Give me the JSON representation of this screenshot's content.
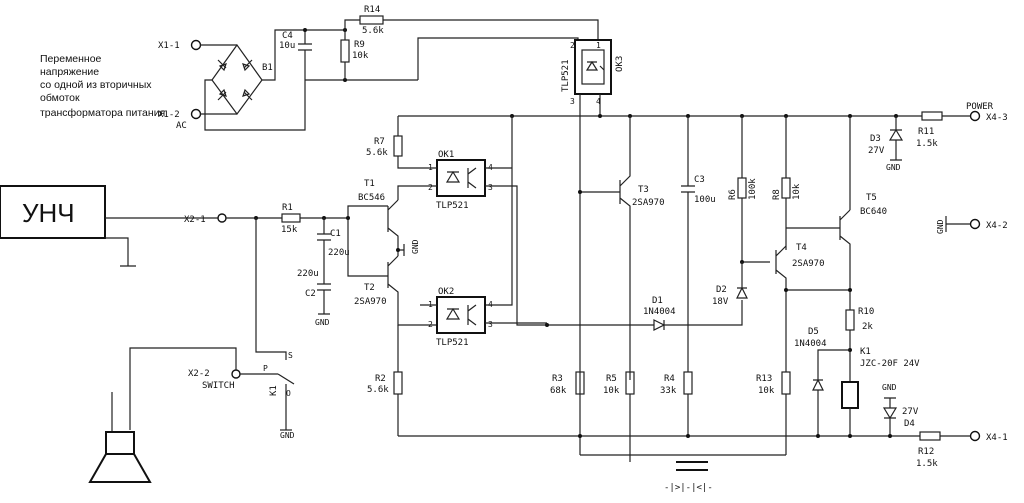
{
  "labels": {
    "x11": "X1-1",
    "x12": "X1-2",
    "ac": "AC",
    "b1": "B1",
    "c4": "C4",
    "c4v": "10u",
    "r14": "R14",
    "r14v": "5.6k",
    "r9": "R9",
    "r9v": "10k",
    "ok3": "OK3",
    "ok3p": "TLP521",
    "r7": "R7",
    "r7v": "5.6k",
    "ok1": "OK1",
    "ok1p": "TLP521",
    "t1": "T1",
    "t1p": "BC546",
    "r1": "R1",
    "r1v": "15k",
    "c1": "C1",
    "c1v": "220u",
    "c2v": "220u",
    "c2": "C2",
    "t2": "T2",
    "t2p": "2SA970",
    "ok2": "OK2",
    "ok2p": "TLP521",
    "r2": "R2",
    "r2v": "5.6k",
    "gnd": "GND",
    "t3": "T3",
    "t3p": "2SA970",
    "c3": "C3",
    "c3v": "100u",
    "r6": "R6",
    "r6v": "100k",
    "r8": "R8",
    "r8v": "10k",
    "t4": "T4",
    "t4p": "2SA970",
    "t5": "T5",
    "t5p": "BC640",
    "d1": "D1",
    "d1p": "1N4004",
    "d2": "D2",
    "d2v": "18V",
    "d3": "D3",
    "d3v": "27V",
    "r11": "R11",
    "r11v": "1.5k",
    "power": "POWER",
    "x43": "X4-3",
    "x42": "X4-2",
    "x41": "X4-1",
    "r10": "R10",
    "r10v": "2k",
    "d5": "D5",
    "d5p": "1N4004",
    "k1r": "K1",
    "k1p": "JZC-20F 24V",
    "d4": "D4",
    "d4v": "27V",
    "r12": "R12",
    "r12v": "1.5k",
    "r3": "R3",
    "r3v": "68k",
    "r5": "R5",
    "r5v": "10k",
    "r4": "R4",
    "r4v": "33k",
    "r13": "R13",
    "r13v": "10k",
    "x21": "X2-1",
    "x22": "X2-2",
    "switch": "SWITCH",
    "k1": "K1",
    "s": "S",
    "p": "P",
    "o": "O",
    "unch": "УНЧ",
    "conn": "-|>|-|<|-",
    "n1": "1",
    "n2": "2",
    "n3": "3",
    "n4": "4"
  },
  "note": [
    "Переменное",
    "напряжение",
    "со одной из вторичных",
    "обмоток",
    "трансформатора  питания"
  ]
}
